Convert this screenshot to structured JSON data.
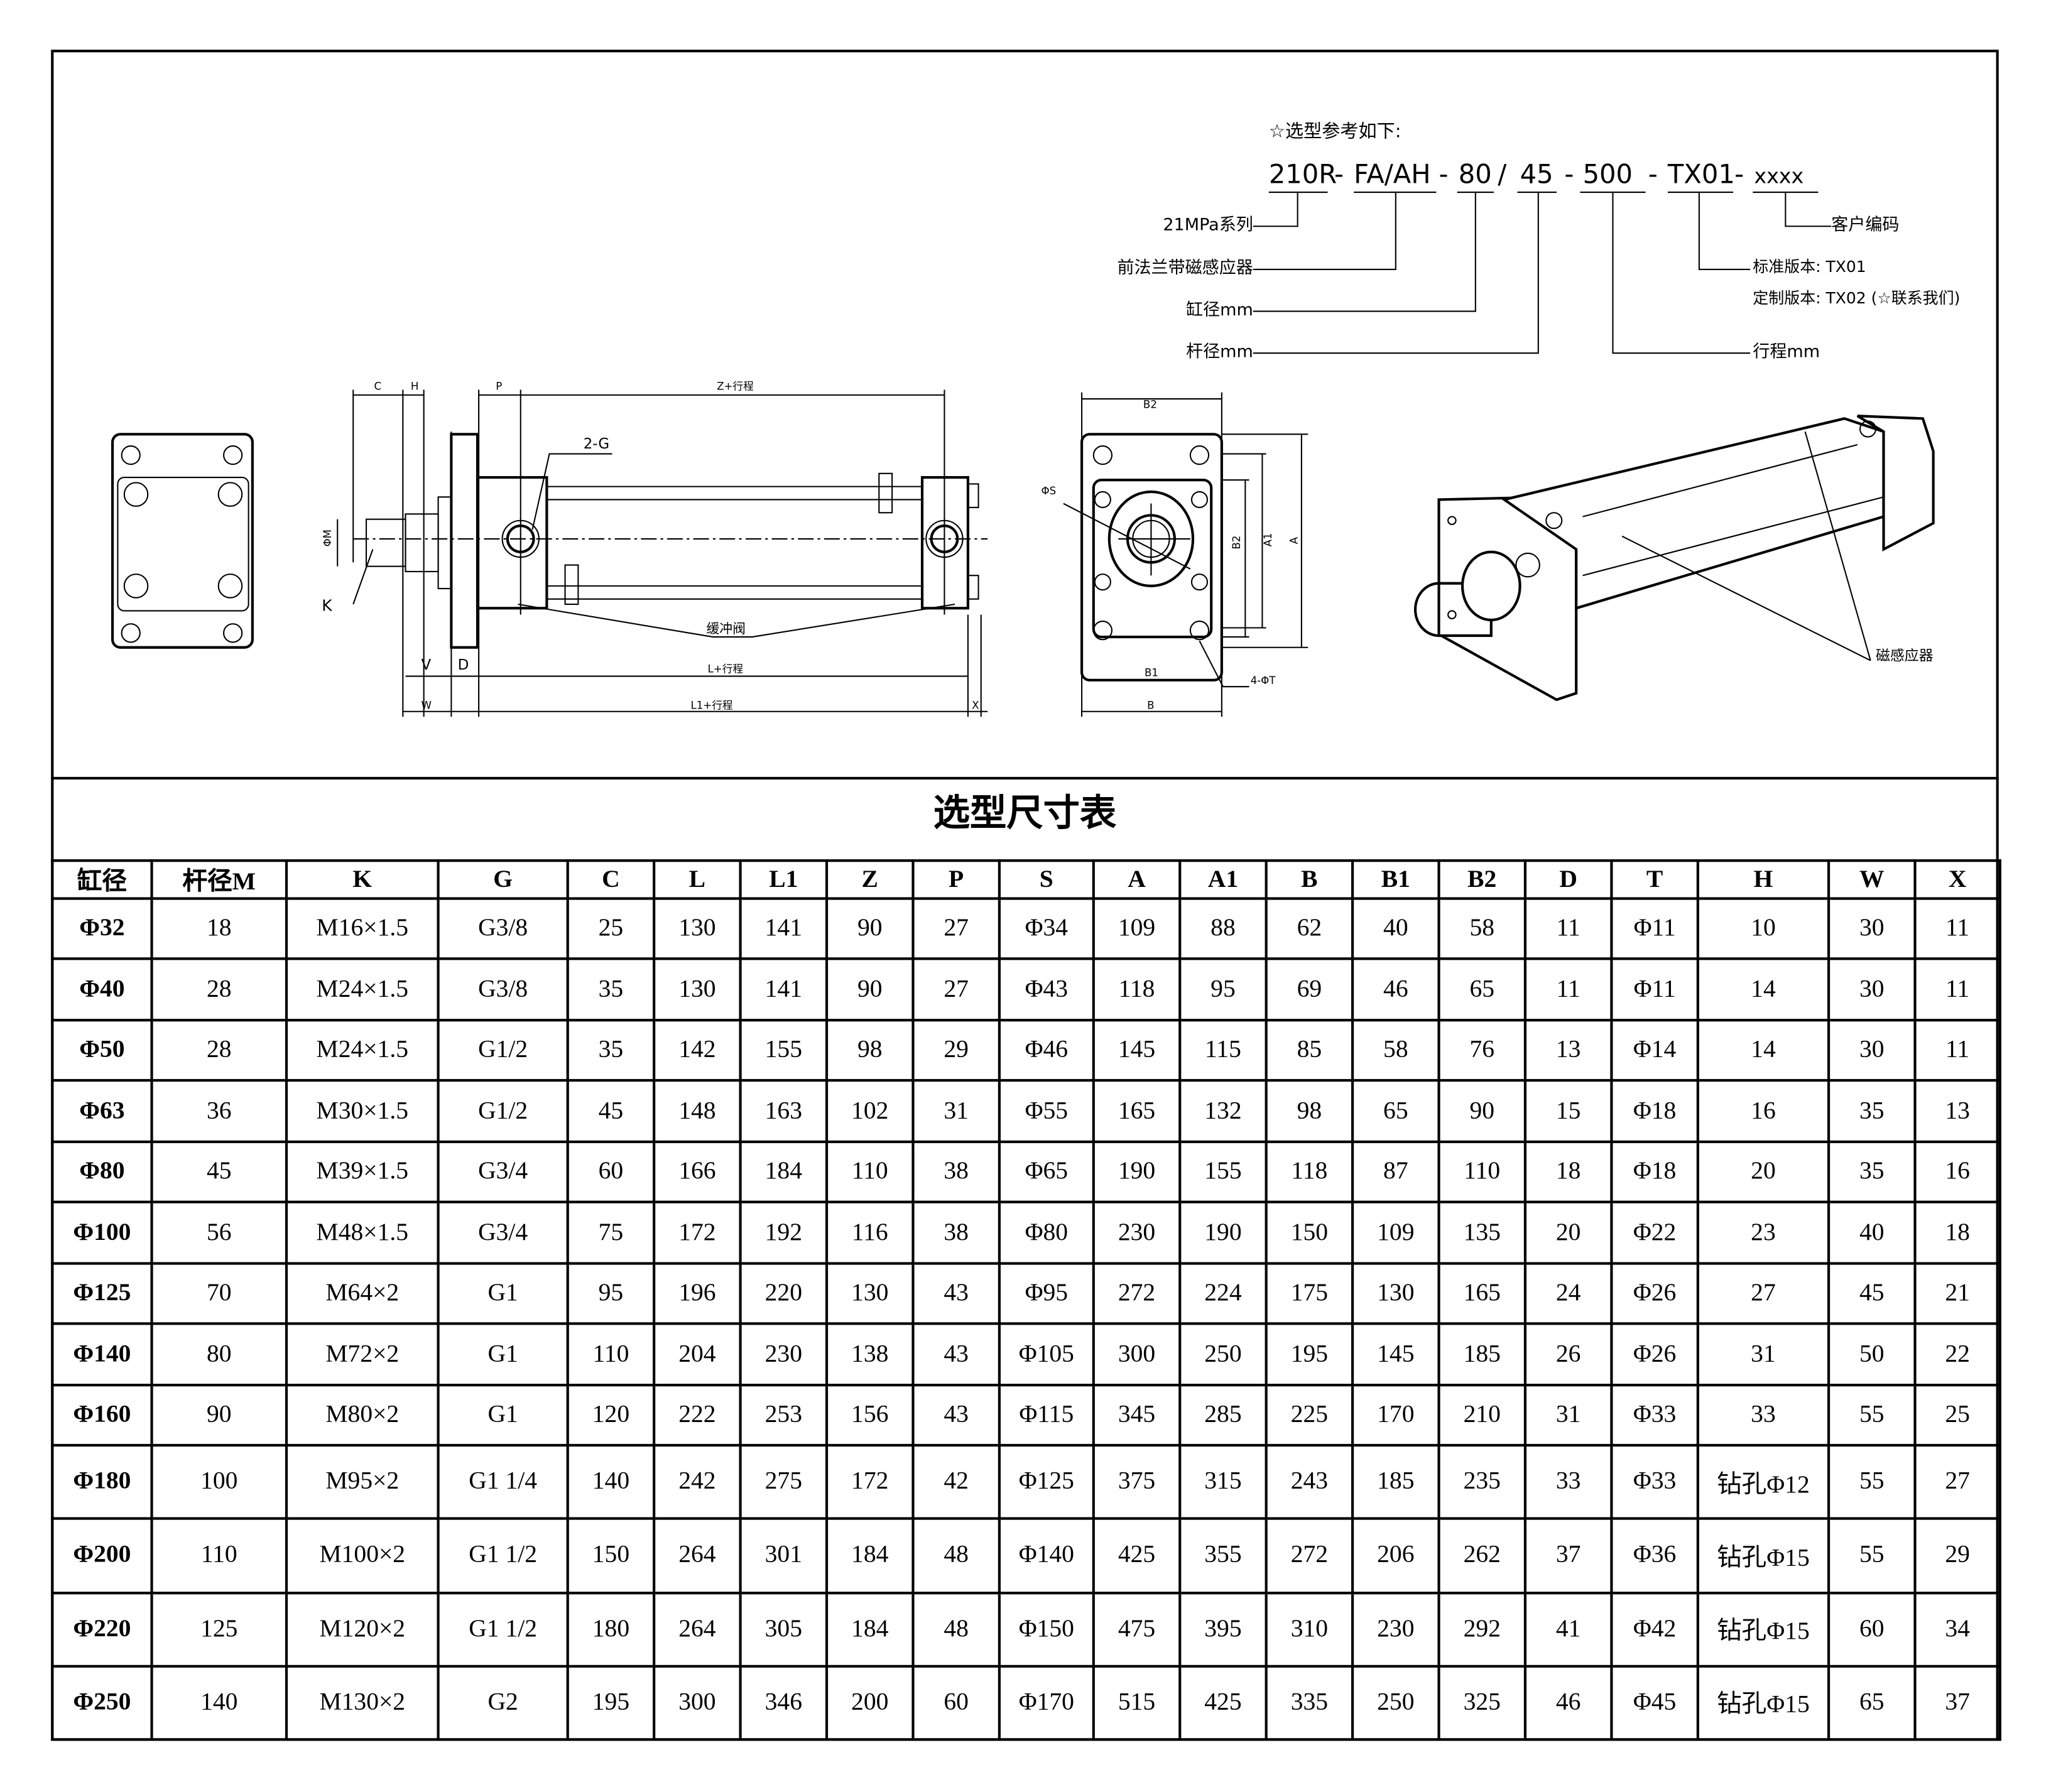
{
  "selection": {
    "heading": "☆选型参考如下:",
    "code": {
      "series": "210R",
      "mount": "FA/AH",
      "bore": "80",
      "slash": "/",
      "rod": "45",
      "stroke": "500",
      "version": "TX01",
      "customer": "xxxx",
      "dash": "-"
    },
    "labels": {
      "series": "21MPa系列",
      "mount": "前法兰带磁感应器",
      "bore": "缸径mm",
      "rod": "杆径mm",
      "customer": "客户编码",
      "standard": "标准版本: TX01",
      "custom": "定制版本: TX02 (☆联系我们)",
      "stroke": "行程mm"
    }
  },
  "drawing_labels": {
    "C": "C",
    "H": "H",
    "P": "P",
    "Z": "Z+行程",
    "G": "2-G",
    "M": "ΦM",
    "K": "K",
    "V": "V",
    "D": "D",
    "L": "L+行程",
    "L1": "L1+行程",
    "W": "W",
    "X": "X",
    "cushion": "缓冲阀",
    "B2_top": "B2",
    "S": "ΦS",
    "B2_side": "B2",
    "A1": "A1",
    "A": "A",
    "B1": "B1",
    "T": "4-ΦT",
    "B": "B",
    "sensor": "磁感应器"
  },
  "table": {
    "title": "选型尺寸表",
    "headers": [
      "缸径",
      "杆径M",
      "K",
      "G",
      "C",
      "L",
      "L1",
      "Z",
      "P",
      "S",
      "A",
      "A1",
      "B",
      "B1",
      "B2",
      "D",
      "T",
      "H",
      "W",
      "X"
    ],
    "rows": [
      [
        "Φ32",
        "18",
        "M16×1.5",
        "G3/8",
        "25",
        "130",
        "141",
        "90",
        "27",
        "Φ34",
        "109",
        "88",
        "62",
        "40",
        "58",
        "11",
        "Φ11",
        "10",
        "30",
        "11"
      ],
      [
        "Φ40",
        "28",
        "M24×1.5",
        "G3/8",
        "35",
        "130",
        "141",
        "90",
        "27",
        "Φ43",
        "118",
        "95",
        "69",
        "46",
        "65",
        "11",
        "Φ11",
        "14",
        "30",
        "11"
      ],
      [
        "Φ50",
        "28",
        "M24×1.5",
        "G1/2",
        "35",
        "142",
        "155",
        "98",
        "29",
        "Φ46",
        "145",
        "115",
        "85",
        "58",
        "76",
        "13",
        "Φ14",
        "14",
        "30",
        "11"
      ],
      [
        "Φ63",
        "36",
        "M30×1.5",
        "G1/2",
        "45",
        "148",
        "163",
        "102",
        "31",
        "Φ55",
        "165",
        "132",
        "98",
        "65",
        "90",
        "15",
        "Φ18",
        "16",
        "35",
        "13"
      ],
      [
        "Φ80",
        "45",
        "M39×1.5",
        "G3/4",
        "60",
        "166",
        "184",
        "110",
        "38",
        "Φ65",
        "190",
        "155",
        "118",
        "87",
        "110",
        "18",
        "Φ18",
        "20",
        "35",
        "16"
      ],
      [
        "Φ100",
        "56",
        "M48×1.5",
        "G3/4",
        "75",
        "172",
        "192",
        "116",
        "38",
        "Φ80",
        "230",
        "190",
        "150",
        "109",
        "135",
        "20",
        "Φ22",
        "23",
        "40",
        "18"
      ],
      [
        "Φ125",
        "70",
        "M64×2",
        "G1",
        "95",
        "196",
        "220",
        "130",
        "43",
        "Φ95",
        "272",
        "224",
        "175",
        "130",
        "165",
        "24",
        "Φ26",
        "27",
        "45",
        "21"
      ],
      [
        "Φ140",
        "80",
        "M72×2",
        "G1",
        "110",
        "204",
        "230",
        "138",
        "43",
        "Φ105",
        "300",
        "250",
        "195",
        "145",
        "185",
        "26",
        "Φ26",
        "31",
        "50",
        "22"
      ],
      [
        "Φ160",
        "90",
        "M80×2",
        "G1",
        "120",
        "222",
        "253",
        "156",
        "43",
        "Φ115",
        "345",
        "285",
        "225",
        "170",
        "210",
        "31",
        "Φ33",
        "33",
        "55",
        "25"
      ],
      [
        "Φ180",
        "100",
        "M95×2",
        "G1 1/4",
        "140",
        "242",
        "275",
        "172",
        "42",
        "Φ125",
        "375",
        "315",
        "243",
        "185",
        "235",
        "33",
        "Φ33",
        "钻孔Φ12",
        "55",
        "27"
      ],
      [
        "Φ200",
        "110",
        "M100×2",
        "G1 1/2",
        "150",
        "264",
        "301",
        "184",
        "48",
        "Φ140",
        "425",
        "355",
        "272",
        "206",
        "262",
        "37",
        "Φ36",
        "钻孔Φ15",
        "55",
        "29"
      ],
      [
        "Φ220",
        "125",
        "M120×2",
        "G1 1/2",
        "180",
        "264",
        "305",
        "184",
        "48",
        "Φ150",
        "475",
        "395",
        "310",
        "230",
        "292",
        "41",
        "Φ42",
        "钻孔Φ15",
        "60",
        "34"
      ],
      [
        "Φ250",
        "140",
        "M130×2",
        "G2",
        "195",
        "300",
        "346",
        "200",
        "60",
        "Φ170",
        "515",
        "425",
        "335",
        "250",
        "325",
        "46",
        "Φ45",
        "钻孔Φ15",
        "65",
        "37"
      ]
    ]
  }
}
